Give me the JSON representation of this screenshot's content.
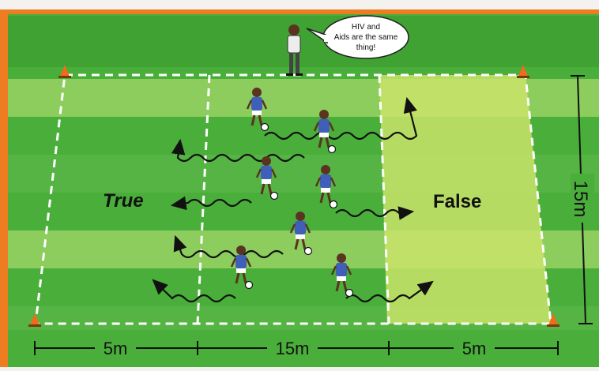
{
  "speech": {
    "line1": "HIV and",
    "line2": "Aids are the same",
    "line3": "thing!"
  },
  "zones": {
    "true_label": "True",
    "false_label": "False"
  },
  "dimensions": {
    "left": "5m",
    "middle": "15m",
    "right": "5m",
    "side": "15m"
  },
  "colors": {
    "frame": "#ee7d22",
    "grass_dark": "#4aae3a",
    "grass_light": "#8cce5e",
    "false_zone": "#c9e36a",
    "jersey": "#3f5fb8",
    "skin": "#5a3420",
    "cone": "#f26a1b"
  },
  "players": [
    {
      "name": "player-1"
    },
    {
      "name": "player-2"
    },
    {
      "name": "player-3"
    },
    {
      "name": "player-4"
    },
    {
      "name": "player-5"
    },
    {
      "name": "player-6"
    },
    {
      "name": "player-7"
    }
  ]
}
